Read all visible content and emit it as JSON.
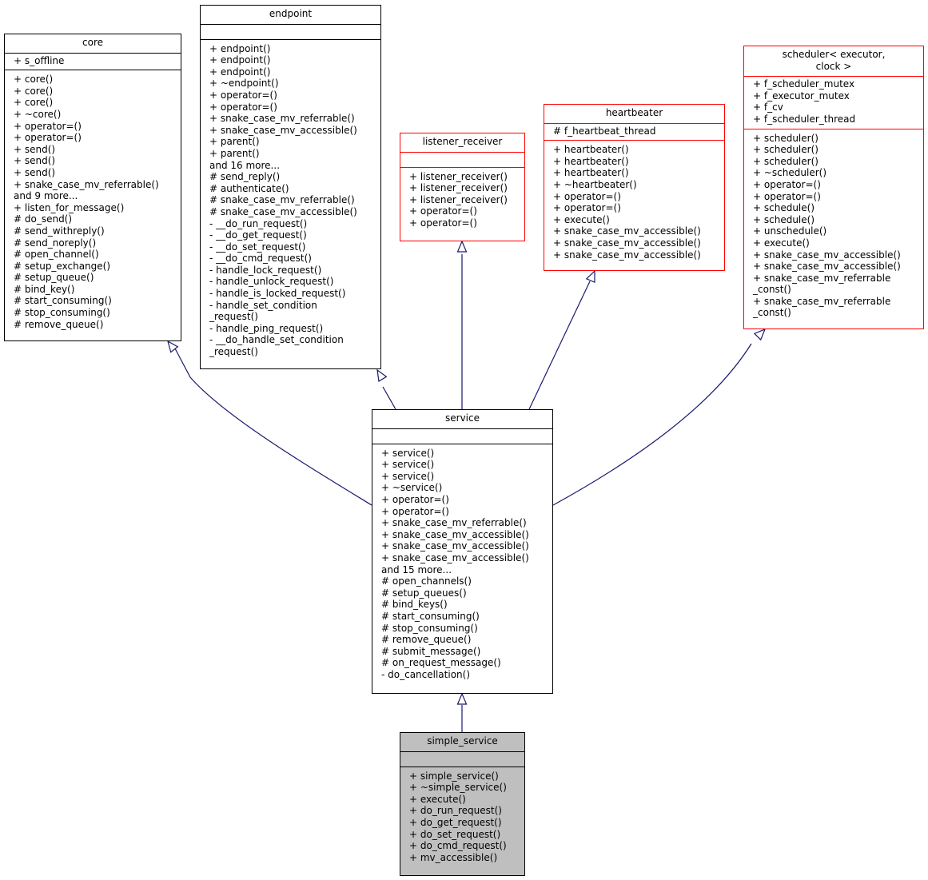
{
  "colors": {
    "class_border_highlight": "#ff0000",
    "focus_fill": "#bfbfbf",
    "edge": "#191970"
  },
  "classes": {
    "core": {
      "name": "core",
      "attributes": [
        "+ s_offline"
      ],
      "methods": [
        "+ core()",
        "+ core()",
        "+ core()",
        "+ ~core()",
        "+ operator=()",
        "+ operator=()",
        "+ send()",
        "+ send()",
        "+ send()",
        "+ snake_case_mv_referrable()",
        "and 9 more...",
        "+ listen_for_message()",
        "# do_send()",
        "# send_withreply()",
        "# send_noreply()",
        "# open_channel()",
        "# setup_exchange()",
        "# setup_queue()",
        "# bind_key()",
        "# start_consuming()",
        "# stop_consuming()",
        "# remove_queue()"
      ]
    },
    "endpoint": {
      "name": "endpoint",
      "attributes": [],
      "methods": [
        "+ endpoint()",
        "+ endpoint()",
        "+ endpoint()",
        "+ ~endpoint()",
        "+ operator=()",
        "+ operator=()",
        "+ snake_case_mv_referrable()",
        "+ snake_case_mv_accessible()",
        "+ parent()",
        "+ parent()",
        "and 16 more...",
        "# send_reply()",
        "# authenticate()",
        "# snake_case_mv_referrable()",
        "# snake_case_mv_accessible()",
        "- __do_run_request()",
        "- __do_get_request()",
        "- __do_set_request()",
        "- __do_cmd_request()",
        "- handle_lock_request()",
        "- handle_unlock_request()",
        "- handle_is_locked_request()",
        "- handle_set_condition",
        "_request()",
        "- handle_ping_request()",
        "- __do_handle_set_condition",
        "_request()"
      ]
    },
    "listener_receiver": {
      "name": "listener_receiver",
      "attributes": [],
      "methods": [
        "+ listener_receiver()",
        "+ listener_receiver()",
        "+ listener_receiver()",
        "+ operator=()",
        "+ operator=()"
      ]
    },
    "heartbeater": {
      "name": "heartbeater",
      "attributes": [
        "# f_heartbeat_thread"
      ],
      "methods": [
        "+ heartbeater()",
        "+ heartbeater()",
        "+ heartbeater()",
        "+ ~heartbeater()",
        "+ operator=()",
        "+ operator=()",
        "+ execute()",
        "+ snake_case_mv_accessible()",
        "+ snake_case_mv_accessible()",
        "+ snake_case_mv_accessible()"
      ]
    },
    "scheduler": {
      "name": "scheduler< executor,\n clock >",
      "attributes": [
        "+ f_scheduler_mutex",
        "+ f_executor_mutex",
        "+ f_cv",
        "+ f_scheduler_thread"
      ],
      "methods": [
        "+ scheduler()",
        "+ scheduler()",
        "+ scheduler()",
        "+ ~scheduler()",
        "+ operator=()",
        "+ operator=()",
        "+ schedule()",
        "+ schedule()",
        "+ unschedule()",
        "+ execute()",
        "+ snake_case_mv_accessible()",
        "+ snake_case_mv_accessible()",
        "+ snake_case_mv_referrable",
        "_const()",
        "+ snake_case_mv_referrable",
        "_const()"
      ]
    },
    "service": {
      "name": "service",
      "attributes": [],
      "methods": [
        "+ service()",
        "+ service()",
        "+ service()",
        "+ ~service()",
        "+ operator=()",
        "+ operator=()",
        "+ snake_case_mv_referrable()",
        "+ snake_case_mv_accessible()",
        "+ snake_case_mv_accessible()",
        "+ snake_case_mv_accessible()",
        "and 15 more...",
        "# open_channels()",
        "# setup_queues()",
        "# bind_keys()",
        "# start_consuming()",
        "# stop_consuming()",
        "# remove_queue()",
        "# submit_message()",
        "# on_request_message()",
        "- do_cancellation()"
      ]
    },
    "simple_service": {
      "name": "simple_service",
      "attributes": [],
      "methods": [
        "+ simple_service()",
        "+ ~simple_service()",
        "+ execute()",
        "+ do_run_request()",
        "+ do_get_request()",
        "+ do_set_request()",
        "+ do_cmd_request()",
        "+ mv_accessible()"
      ]
    }
  },
  "inheritance": [
    {
      "child": "service",
      "parent": "core"
    },
    {
      "child": "service",
      "parent": "endpoint"
    },
    {
      "child": "service",
      "parent": "listener_receiver"
    },
    {
      "child": "service",
      "parent": "heartbeater"
    },
    {
      "child": "service",
      "parent": "scheduler"
    },
    {
      "child": "simple_service",
      "parent": "service"
    }
  ]
}
